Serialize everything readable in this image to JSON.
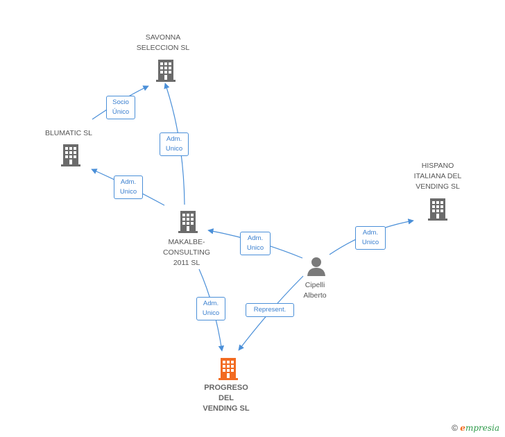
{
  "diagram": {
    "nodes": {
      "savonna": {
        "label": "SAVONNA\nSELECCION SL"
      },
      "blumatic": {
        "label": "BLUMATIC SL"
      },
      "hispano": {
        "label": "HISPANO\nITALIANA DEL\nVENDING SL"
      },
      "makalbe": {
        "label": "MAKALBE-\nCONSULTING\n2011 SL"
      },
      "cipelli": {
        "label": "Cipelli\nAlberto"
      },
      "progreso": {
        "label": "PROGRESO\nDEL\nVENDING SL"
      }
    },
    "edges": {
      "blumatic_savonna": "Socio\nÚnico",
      "makalbe_savonna": "Adm.\nUnico",
      "makalbe_blumatic": "Adm.\nUnico",
      "cipelli_makalbe": "Adm.\nUnico",
      "cipelli_hispano": "Adm.\nUnico",
      "makalbe_progreso": "Adm.\nUnico",
      "cipelli_progreso": "Represent."
    },
    "colors": {
      "edge": "#4a8fd8",
      "company_icon": "#6b6b6b",
      "focus_icon": "#f26b21",
      "person_icon": "#7a7a7a"
    }
  },
  "footer": {
    "copyright": "©",
    "brand_initial": "e",
    "brand_rest": "mpresia"
  }
}
